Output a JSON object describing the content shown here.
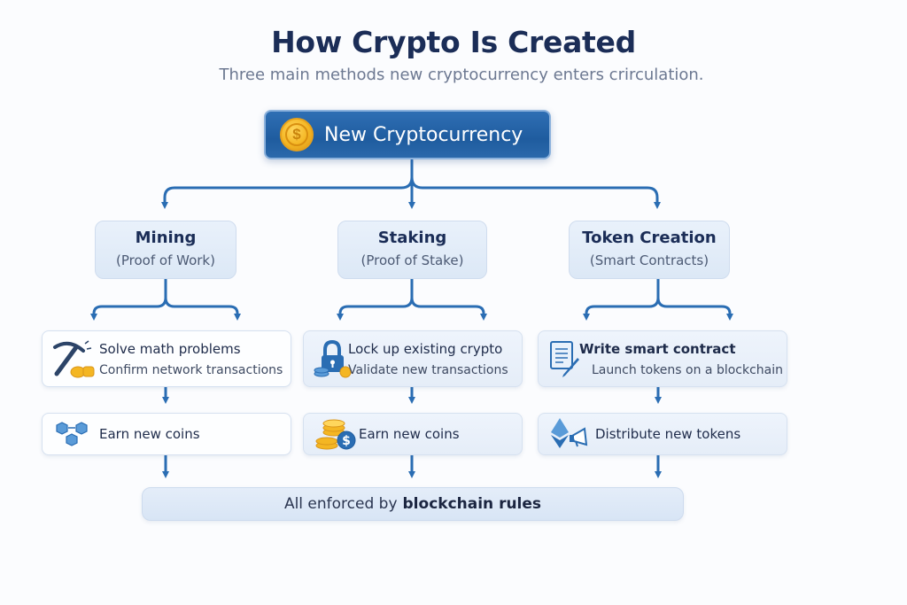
{
  "header": {
    "title": "How Crypto Is Created",
    "subtitle": "Three main methods new cryptocurrency enters crirculation."
  },
  "root": {
    "icon": "dollar-coin-icon",
    "label": "New Cryptocurrency"
  },
  "methods": [
    {
      "name": "Mining",
      "subtitle": "(Proof of Work)",
      "step1": {
        "icon": "pickaxe-coins-icon",
        "line1": "Solve math problems",
        "line2": "Confirm network transactions"
      },
      "step2": {
        "icon": "blockchain-cubes-icon",
        "text": "Earn new coins"
      }
    },
    {
      "name": "Staking",
      "subtitle": "(Proof of Stake)",
      "step1": {
        "icon": "padlock-coins-icon",
        "line1": "Lock up existing crypto",
        "line2": "Validate new transactions"
      },
      "step2": {
        "icon": "coin-stack-icon",
        "text": "Earn new coins"
      }
    },
    {
      "name": "Token Creation",
      "subtitle": "(Smart Contracts)",
      "step1": {
        "icon": "contract-pen-icon",
        "line1": "Write smart contract",
        "line2": "Launch tokens on a blockchain"
      },
      "step2": {
        "icon": "ethereum-megaphone-icon",
        "text": "Distribute new tokens"
      }
    }
  ],
  "footer": {
    "prefix": "All enforced by",
    "bold": "blockchain rules"
  },
  "colors": {
    "accent": "#2a6db3",
    "title": "#1b2d57",
    "coin": "#f4b623"
  }
}
